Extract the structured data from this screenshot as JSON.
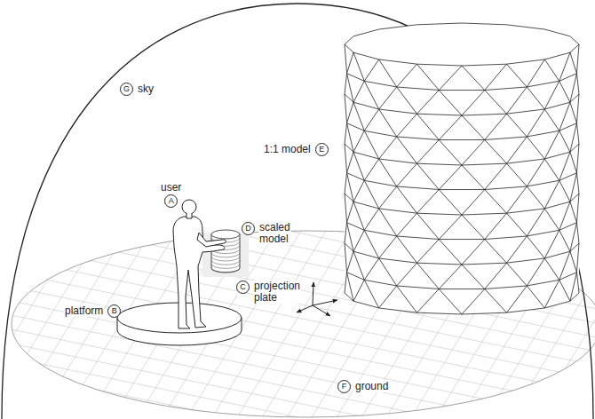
{
  "diagram": {
    "nodes": [
      {
        "text": [
          "G",
          "sky"
        ]
      },
      {
        "text": [
          "1:1 model",
          "E"
        ]
      },
      {
        "text": [
          "user",
          "A"
        ]
      },
      {
        "text": [
          "D",
          "scaled model"
        ]
      },
      {
        "text": [
          "C",
          "projection plate"
        ]
      },
      {
        "text": [
          "platform",
          "B"
        ]
      },
      {
        "text": [
          "F",
          "ground"
        ]
      }
    ]
  }
}
